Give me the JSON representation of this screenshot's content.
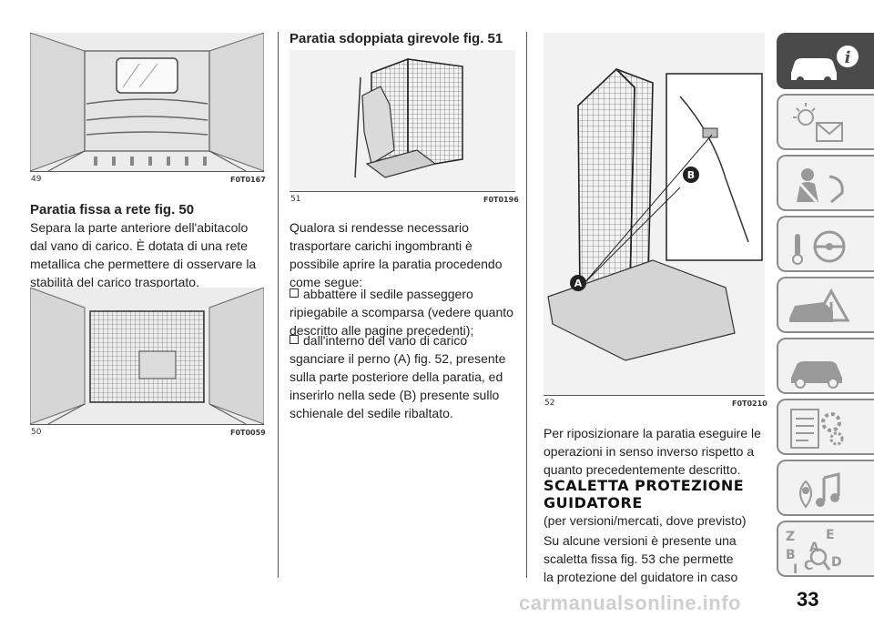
{
  "figures": {
    "f49": {
      "num": "49",
      "code": "F0T0167"
    },
    "f50": {
      "num": "50",
      "code": "F0T0059"
    },
    "f51": {
      "num": "51",
      "code": "F0T0196"
    },
    "f52": {
      "num": "52",
      "code": "F0T0210",
      "callout_a": "A",
      "callout_b": "B"
    }
  },
  "col1": {
    "heading": "Paratia fissa a rete fig. 50",
    "para_lines": [
      "Separa la parte anteriore dell'abitacolo",
      "dal vano di carico. È dotata di una rete",
      "metallica che permettere di osservare la",
      "stabilità del carico trasportato."
    ]
  },
  "col2": {
    "heading": "Paratia sdoppiata girevole fig. 51",
    "intro_lines": [
      "Qualora si rendesse necessario",
      "trasportare carichi ingombranti è",
      "possibile aprire la paratia procedendo",
      "come segue:"
    ],
    "bullet1_lines": [
      "abbattere il sedile passeggero",
      "ripiegabile a scomparsa (vedere quanto",
      "descritto alle pagine precedenti);"
    ],
    "bullet2_lines": [
      "dall'interno del vano di carico",
      "sganciare il perno (A) fig. 52, presente",
      "sulla parte posteriore della paratia, ed",
      "inserirlo nella sede (B) presente sullo",
      "schienale del sedile ribaltato."
    ]
  },
  "col3": {
    "para_lines": [
      "Per riposizionare la paratia eseguire le",
      "operazioni in senso inverso rispetto a",
      "quanto precedentemente descritto."
    ],
    "caps_heading_lines": [
      "SCALETTA PROTEZIONE",
      "GUIDATORE"
    ],
    "note": "(per versioni/mercati, dove previsto)",
    "para2_lines": [
      "Su alcune versioni è presente una",
      "scaletta fissa fig. 53 che permette",
      "la protezione del guidatore in caso"
    ]
  },
  "sidebar_tabs": [
    {
      "icon": "car-info-icon",
      "active": true
    },
    {
      "icon": "lights-warning-icon",
      "active": false
    },
    {
      "icon": "seatbelt-airbag-icon",
      "active": false
    },
    {
      "icon": "key-steering-icon",
      "active": false
    },
    {
      "icon": "breakdown-icon",
      "active": false
    },
    {
      "icon": "car-service-icon",
      "active": false
    },
    {
      "icon": "technical-data-icon",
      "active": false
    },
    {
      "icon": "multimedia-icon",
      "active": false
    },
    {
      "icon": "alphabetical-index-icon",
      "active": false
    }
  ],
  "index_letters": [
    "Z",
    "E",
    "A",
    "B",
    "C",
    "D",
    "I"
  ],
  "page_number": "33",
  "footer": "carmanualsonline.info"
}
